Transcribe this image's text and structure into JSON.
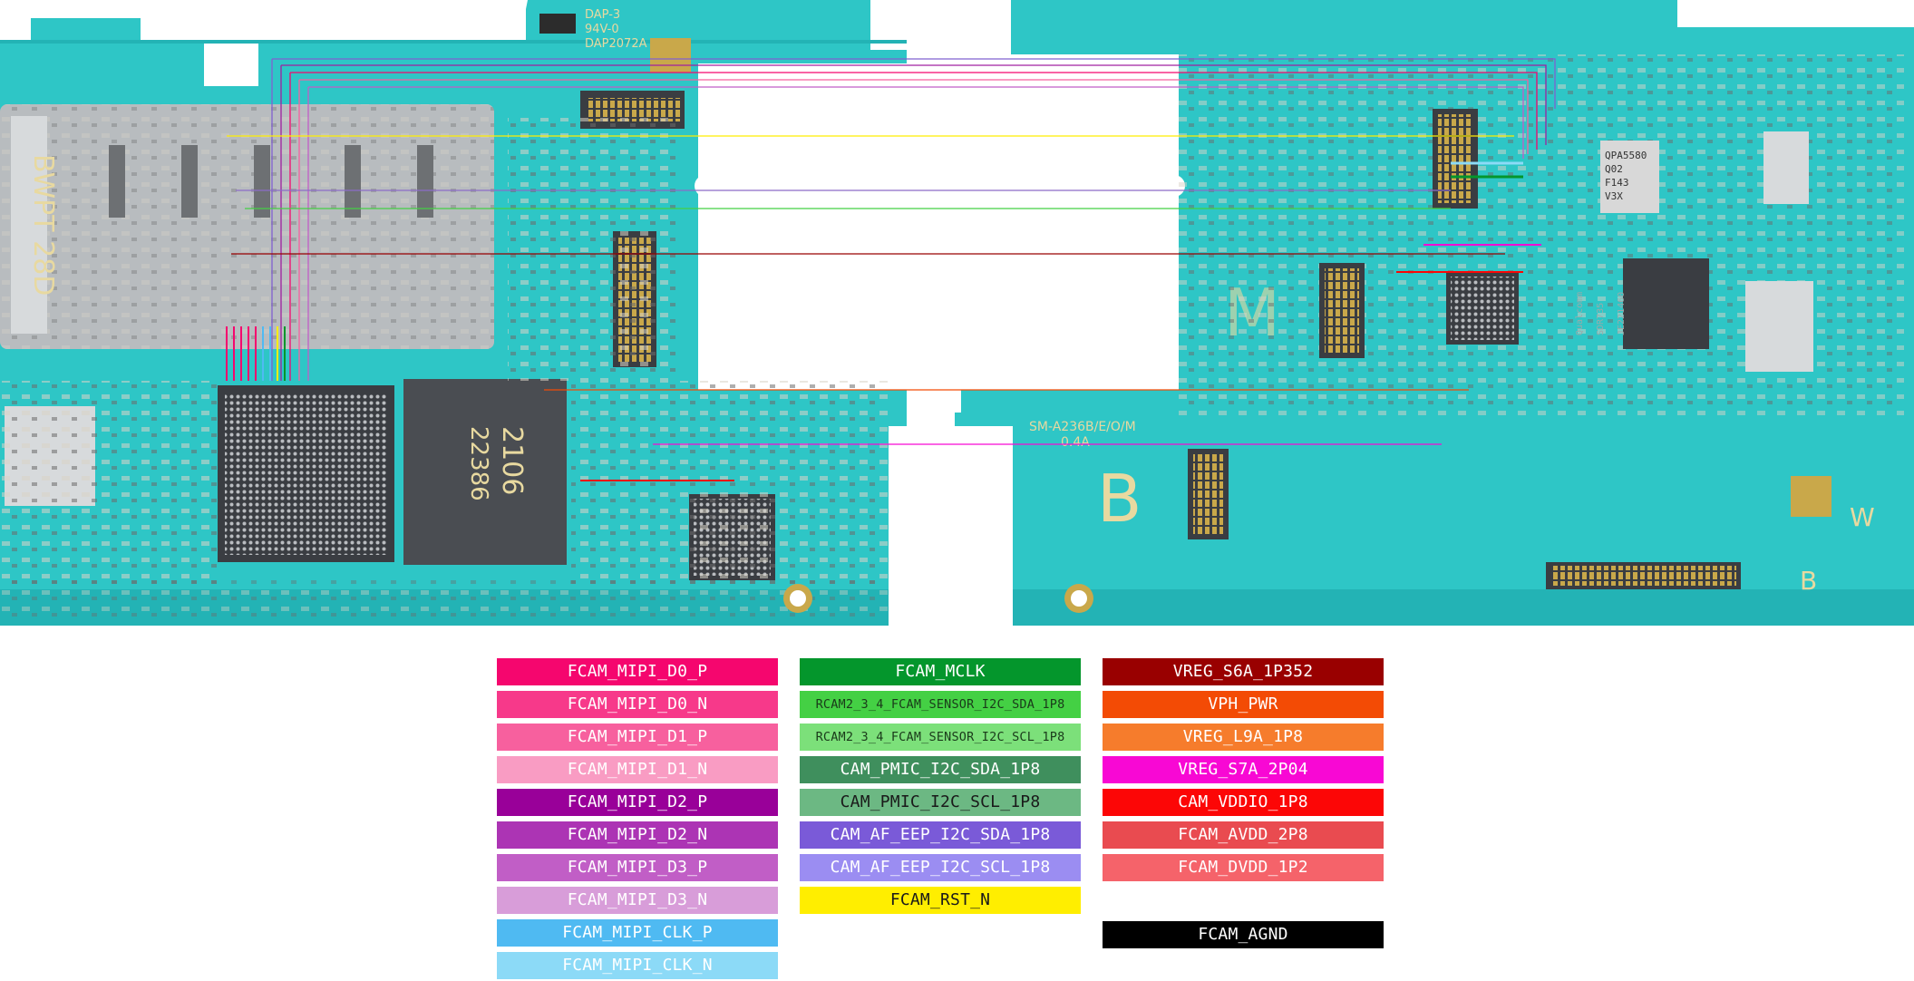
{
  "board": {
    "silkscreen": {
      "top_logo_1": "DAP-3",
      "top_logo_2": "94V-0",
      "top_logo_3": "DAP2072A",
      "sim_tray_mark": "BWPT 28D",
      "chip_mark_1": "2106",
      "chip_mark_2": "22386",
      "model_mark": "SM-A236B/E/O/M",
      "revision_mark": "0.4A",
      "letter_m": "M",
      "letter_b": "B",
      "letter_w": "W",
      "letter_b2": "B",
      "rf_chip_1": "QPA5580",
      "rf_chip_2": "Q02",
      "rf_chip_3": "F143",
      "rf_chip_4": "V3X",
      "soc_mark_1": "Qualcomm",
      "soc_mark_2": "SDR735",
      "soc_mark_3": "JE221460"
    },
    "colors": {
      "pcb": "#2ec6c6",
      "pcb_dark": "#1aa6a8",
      "pcb_edge": "#23b3b5",
      "metal": "#b8bcbf",
      "chip": "#3a3d42"
    }
  },
  "legend": {
    "columns": [
      [
        {
          "label": "FCAM_MIPI_D0_P",
          "color": "#f5066e"
        },
        {
          "label": "FCAM_MIPI_D0_N",
          "color": "#f7398a"
        },
        {
          "label": "FCAM_MIPI_D1_P",
          "color": "#f7609e"
        },
        {
          "label": "FCAM_MIPI_D1_N",
          "color": "#f99cc3"
        },
        {
          "label": "FCAM_MIPI_D2_P",
          "color": "#990099"
        },
        {
          "label": "FCAM_MIPI_D2_N",
          "color": "#ac34b4"
        },
        {
          "label": "FCAM_MIPI_D3_P",
          "color": "#c15ec6"
        },
        {
          "label": "FCAM_MIPI_D3_N",
          "color": "#d89dd9"
        },
        {
          "label": "FCAM_MIPI_CLK_P",
          "color": "#4fbaf2"
        },
        {
          "label": "FCAM_MIPI_CLK_N",
          "color": "#8cdaf7"
        }
      ],
      [
        {
          "label": "FCAM_MCLK",
          "color": "#04962c"
        },
        {
          "label": "RCAM2_3_4_FCAM_SENSOR_I2C_SDA_1P8",
          "color": "#44d044"
        },
        {
          "label": "RCAM2_3_4_FCAM_SENSOR_I2C_SCL_1P8",
          "color": "#7ce07a"
        },
        {
          "label": "CAM_PMIC_I2C_SDA_1P8",
          "color": "#3f8f5d"
        },
        {
          "label": "CAM_PMIC_I2C_SCL_1P8",
          "color": "#6cb883"
        },
        {
          "label": "CAM_AF_EEP_I2C_SDA_1P8",
          "color": "#7a5ad8"
        },
        {
          "label": "CAM_AF_EEP_I2C_SCL_1P8",
          "color": "#9b8df2"
        },
        {
          "label": "FCAM_RST_N",
          "color": "#ffee00"
        }
      ],
      [
        {
          "label": "VREG_S6A_1P352",
          "color": "#990000"
        },
        {
          "label": "VPH_PWR",
          "color": "#f34b05"
        },
        {
          "label": "VREG_L9A_1P8",
          "color": "#f67c2c"
        },
        {
          "label": "VREG_S7A_2P04",
          "color": "#f808d4"
        },
        {
          "label": "CAM_VDDIO_1P8",
          "color": "#fc0606"
        },
        {
          "label": "FCAM_AVDD_2P8",
          "color": "#e94b50"
        },
        {
          "label": "FCAM_DVDD_1P2",
          "color": "#f5636a"
        },
        {
          "label": "",
          "color": "#ffffff"
        },
        {
          "label": "FCAM_AGND",
          "color": "#000000"
        }
      ]
    ]
  }
}
